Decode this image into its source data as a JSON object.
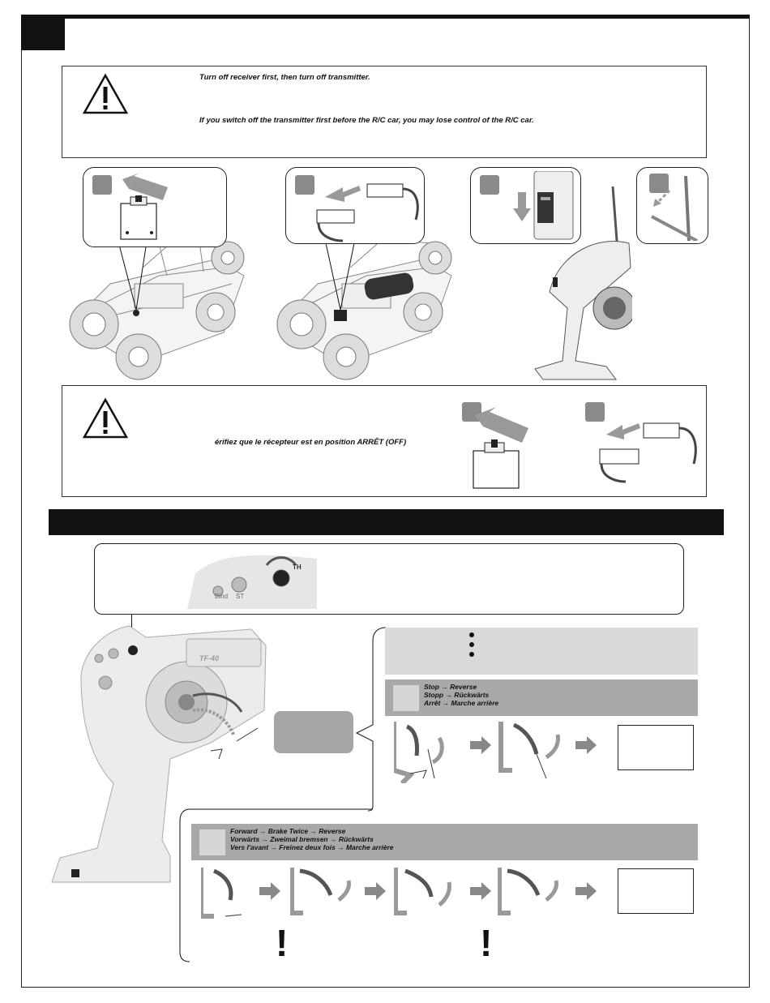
{
  "warning_en": {
    "line1": "Turn off receiver first, then turn off transmitter.",
    "line2": "If you switch off the transmitter first before the R/C car, you may lose control of the R/C car."
  },
  "warning_fr": {
    "line1": "érifiez que le récepteur est en position ARRÊT (OFF)"
  },
  "transmitter": {
    "model": "TF-40",
    "knob_labels": [
      "Bind",
      "ST",
      "TH"
    ]
  },
  "sequence_single": {
    "line_en": "Stop → Reverse",
    "line_de": "Stopp → Rückwärts",
    "line_fr": "Arrêt → Marche arrière"
  },
  "sequence_double": {
    "line_en": "Forward → Brake Twice → Reverse",
    "line_de": "Vorwärts → Zweimal bremsen → Rückwärts",
    "line_fr": "Vers l'avant → Freinez deux fois → Marche arrière"
  },
  "marks": {
    "exclamation": "!"
  }
}
